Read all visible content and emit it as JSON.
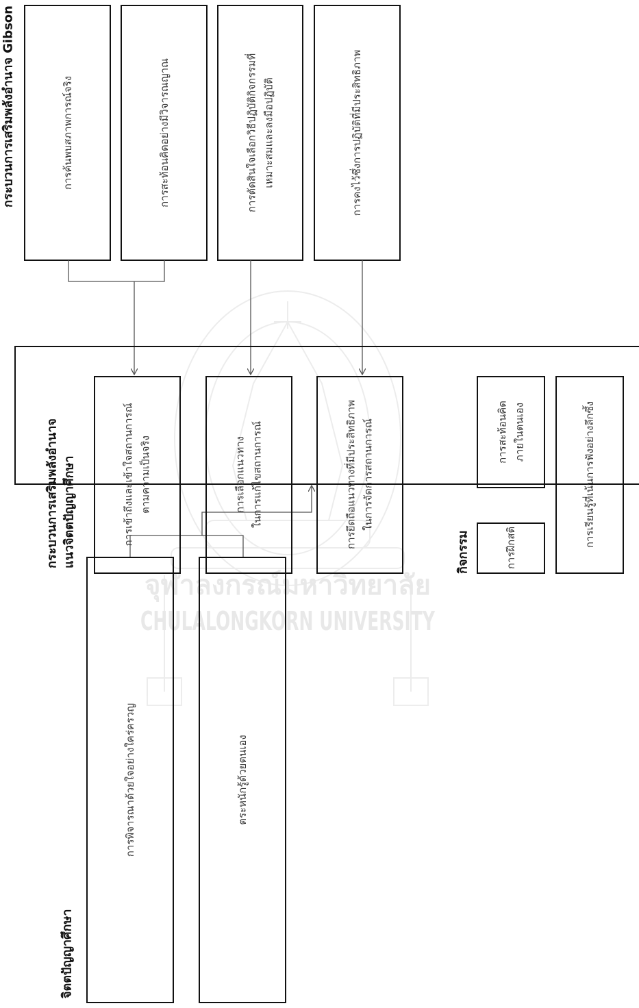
{
  "gibson": {
    "title": "กระบวนการเสริมพลังอำนาจ Gibson",
    "boxes": [
      [
        "การค้นพบสภาพการณ์จริง"
      ],
      [
        "การสะท้อนคิดอย่างมีวิจารณญาณ"
      ],
      [
        "การตัดสินใจเลือกวิธีปฏิบัติกิจกรรมที่",
        "เหมาะสมและลงมือปฏิบัติ"
      ],
      [
        "การคงไว้ซึ่งการปฏิบัติที่มีประสิทธิภาพ"
      ]
    ]
  },
  "main": {
    "title_line1": "กระบวนการเสริมพลังอำนาจ",
    "title_line2": "แนวจิตตปัญญาศึกษา",
    "boxes": [
      [
        "การเข้าถึงและเข้าใจสถานการณ์",
        "ตามความเป็นจริง"
      ],
      [
        "การเลือกแนวทาง",
        "ในการแก้ไขสถานการณ์"
      ],
      [
        "การยึดถือแนวทางที่มีประสิทธิภาพ",
        "ในการจัดการสถานการณ์"
      ]
    ],
    "activities_label": "กิจกรรม",
    "activities": [
      [
        "การฝึกสติ"
      ],
      [
        "การสะท้อนคิด",
        "ภายในตนเอง"
      ],
      [
        "การเรียนรู้ที่เน้นการฟังอย่างลึกซึ้ง"
      ]
    ]
  },
  "contemplative": {
    "title": "จิตตปัญญาศึกษา",
    "boxes": [
      [
        "การพิจารณาด้วยใจอย่างใคร่ครวญ"
      ],
      [
        "ตระหนักรู้ด้วยตนเอง"
      ]
    ]
  },
  "watermark": {
    "thai": "จุฬาลงกรณ์มหาวิทยาลัย",
    "english": "Chulalongkorn University"
  }
}
